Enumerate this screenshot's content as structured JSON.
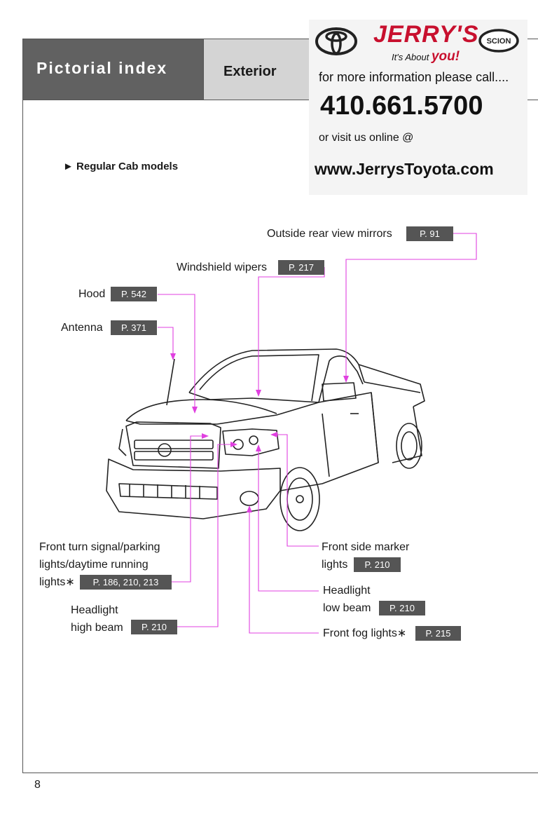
{
  "header": {
    "title": "Pictorial index",
    "tab": "Exterior"
  },
  "ad": {
    "brand": "JERRY'S",
    "tagline_prefix": "It's About",
    "tagline_accent": "you!",
    "info_line_1": "for more information please call....",
    "phone": "410.661.5700",
    "info_line_2": "or visit us online @",
    "url": "www.JerrysToyota.com",
    "logos": [
      "toyota-logo",
      "scion-logo"
    ]
  },
  "section_heading": "► Regular Cab models",
  "callouts": {
    "mirrors": {
      "label": "Outside rear view mirrors",
      "page": "P. 91"
    },
    "wipers": {
      "label": "Windshield wipers",
      "page": "P. 217"
    },
    "hood": {
      "label": "Hood",
      "page": "P. 542"
    },
    "antenna": {
      "label": "Antenna",
      "page": "P. 371"
    },
    "turn_signal": {
      "line1": "Front turn signal/parking",
      "line2": "lights/daytime running",
      "line3": "lights∗",
      "page": "P. 186, 210, 213"
    },
    "high_beam": {
      "line1": "Headlight",
      "line2": "high beam",
      "page": "P. 210"
    },
    "side_marker": {
      "line1": "Front side marker",
      "line2": "lights",
      "page": "P. 210"
    },
    "low_beam": {
      "line1": "Headlight",
      "line2": "low beam",
      "page": "P. 210"
    },
    "fog": {
      "label": "Front fog lights∗",
      "page": "P. 215"
    }
  },
  "page_number": "8",
  "colors": {
    "header_dark": "#616161",
    "header_light": "#d4d4d4",
    "leader": "#e040e0",
    "badge": "#555555",
    "brand_red": "#c8102e"
  }
}
